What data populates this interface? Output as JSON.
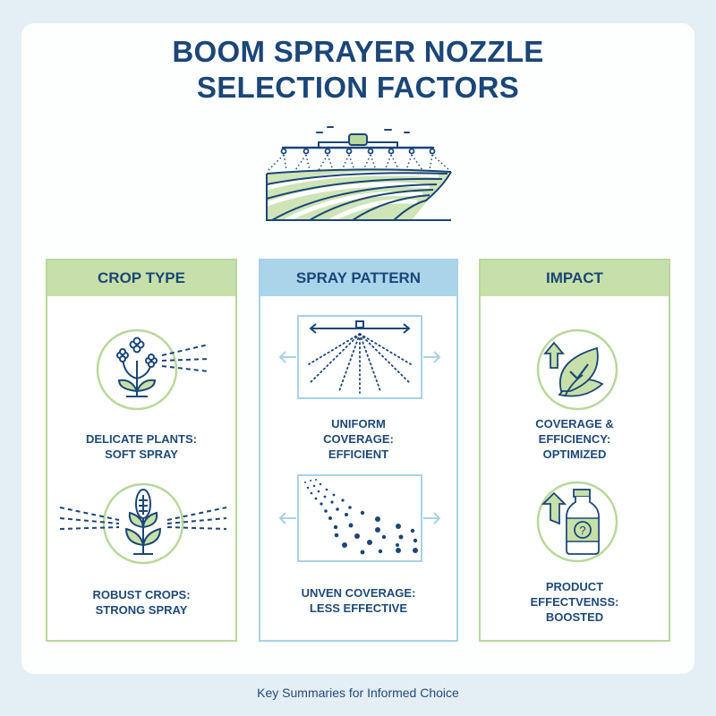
{
  "title": {
    "line1": "BOOM SPRAYER NOZZLE",
    "line2": "SELECTION FACTORS"
  },
  "hero": {
    "icon": "boom-sprayer-over-field-icon"
  },
  "columns": [
    {
      "header": "CROP TYPE",
      "accent": "#c7e0a9",
      "items": [
        {
          "icon": "delicate-flower-soft-spray-icon",
          "line1": "DELICATE PLANTS:",
          "line2": "SOFT SPRAY"
        },
        {
          "icon": "corn-plant-strong-spray-icon",
          "line1": "ROBUST CROPS:",
          "line2": "STRONG SPRAY"
        }
      ]
    },
    {
      "header": "SPRAY PATTERN",
      "accent": "#a9d4ea",
      "items": [
        {
          "icon": "uniform-spray-fan-icon",
          "line1": "UNIFORM",
          "line2": "COVERAGE:",
          "line3": "EFFICIENT"
        },
        {
          "icon": "uneven-droplets-icon",
          "line1": "UNVEN COVERAGE:",
          "line2": "LESS EFFECTIVE"
        }
      ]
    },
    {
      "header": "IMPACT",
      "accent": "#c7e0a9",
      "items": [
        {
          "icon": "leaf-check-up-arrow-icon",
          "line1": "COVERAGE &",
          "line2": "EFFICIENCY:",
          "line3": "OPTIMIZED"
        },
        {
          "icon": "bottle-up-arrow-icon",
          "line1": "PRODUCT",
          "line2": "EFFECTVENSS:",
          "line3": "BOOSTED"
        }
      ]
    }
  ],
  "footer": "Key Summaries for Informed Choice",
  "colors": {
    "navy": "#1b4677",
    "green": "#b8d89c",
    "blue": "#a8d2e8",
    "background": "#e4eff5"
  }
}
